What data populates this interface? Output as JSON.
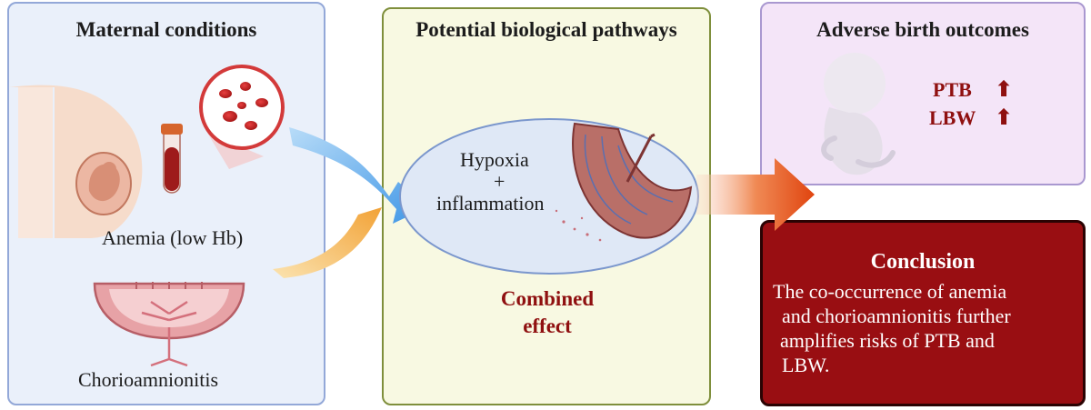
{
  "panels": {
    "maternal": {
      "title": "Maternal conditions",
      "anemia": "Anemia (low Hb)",
      "chorio": "Chorioamnionitis"
    },
    "pathways": {
      "title": "Potential biological pathways",
      "hypoxia": "Hypoxia",
      "plus": "+",
      "inflammation": "inflammation",
      "combined_1": "Combined",
      "combined_2": "effect"
    },
    "outcomes": {
      "title": "Adverse birth outcomes",
      "ptb": "PTB",
      "lbw": "LBW",
      "ptb_arrow": "⬆",
      "lbw_arrow": "⬆"
    },
    "conclusion": {
      "title": "Conclusion",
      "lines": [
        "The co-occurrence of anemia",
        "and chorioamnionitis further",
        "amplifies risks of PTB and",
        "LBW."
      ]
    }
  },
  "icons": [
    "pregnant-belly-icon",
    "blood-cells-icon",
    "blood-tube-icon",
    "uterus-icon",
    "placenta-icon",
    "fetus-icon"
  ],
  "colors": {
    "accent_red": "#990e12",
    "blue_arrow": "#6fb3ec",
    "orange_arrow": "#f0b860",
    "red_arrow": "#e85520"
  }
}
